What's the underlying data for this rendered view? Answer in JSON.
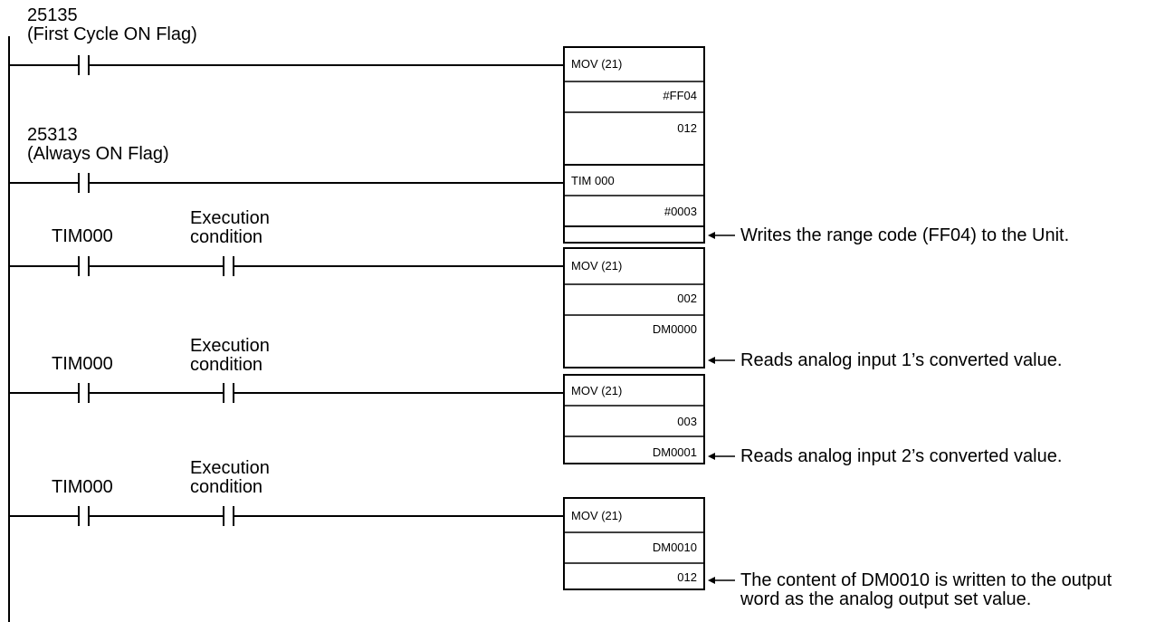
{
  "colors": {
    "line": "#000000",
    "background": "#ffffff"
  },
  "rungs": [
    {
      "contacts": [
        {
          "address": "25135",
          "comment": "(First Cycle ON Flag)"
        }
      ],
      "instruction": {
        "mnemonic": "MOV (21)",
        "operands": [
          "#FF04",
          "012"
        ]
      },
      "annotation": "Writes the range code (FF04) to the Unit."
    },
    {
      "contacts": [
        {
          "address": "25313",
          "comment": "(Always ON Flag)"
        }
      ],
      "instruction": {
        "mnemonic": "TIM 000",
        "operands": [
          "#0003"
        ]
      },
      "annotation": ""
    },
    {
      "contacts": [
        {
          "address": "TIM000",
          "comment": ""
        },
        {
          "address": "Execution",
          "comment": "condition"
        }
      ],
      "instruction": {
        "mnemonic": "MOV (21)",
        "operands": [
          "002",
          "DM0000"
        ]
      },
      "annotation": "Reads analog input 1’s converted value."
    },
    {
      "contacts": [
        {
          "address": "TIM000",
          "comment": ""
        },
        {
          "address": "Execution",
          "comment": "condition"
        }
      ],
      "instruction": {
        "mnemonic": "MOV (21)",
        "operands": [
          "003",
          "DM0001"
        ]
      },
      "annotation": "Reads analog input 2’s converted value."
    },
    {
      "contacts": [
        {
          "address": "TIM000",
          "comment": ""
        },
        {
          "address": "Execution",
          "comment": "condition"
        }
      ],
      "instruction": {
        "mnemonic": "MOV (21)",
        "operands": [
          "DM0010",
          "012"
        ]
      },
      "annotation": "The content of DM0010 is written to the output",
      "annotation_line2": "word as the analog output set value."
    }
  ]
}
